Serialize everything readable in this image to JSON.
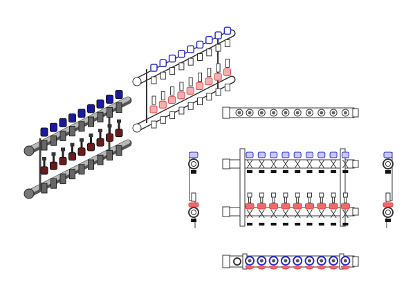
{
  "drawing": {
    "outlet_count": 9,
    "views": [
      "iso-rendered",
      "iso-line",
      "top-view",
      "front-view",
      "left-side-view",
      "right-side-view",
      "bottom-view"
    ]
  },
  "colors": {
    "supply_cap": "#2a2ad0",
    "return_valve": "#e04848",
    "rendered_cap": "#1a1aa0",
    "rendered_valve": "#6a1a1a",
    "body": "#b8b8b8",
    "line": "#333333"
  }
}
